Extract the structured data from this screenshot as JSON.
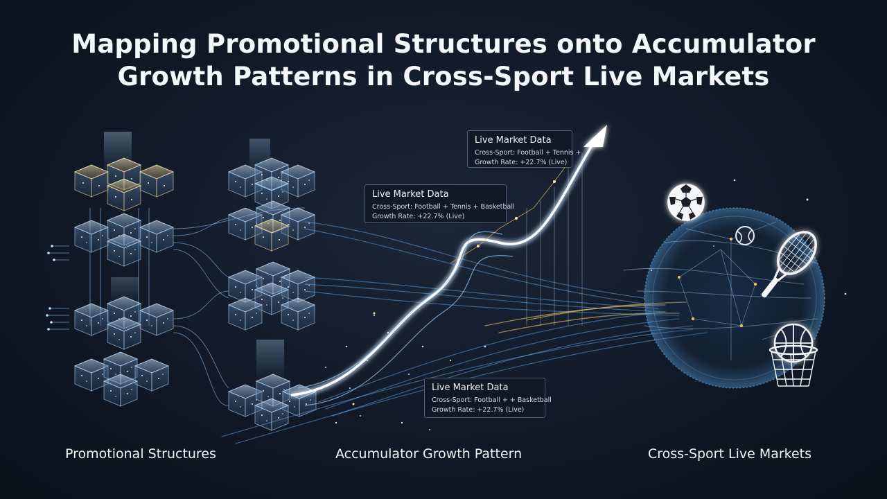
{
  "title": {
    "line1": "Mapping Promotional Structures onto Accumulator",
    "line2": "Growth Patterns in Cross-Sport Live Markets"
  },
  "cards": [
    {
      "heading": "Live Market Data",
      "sports": "Cross-Sport: Football + Tennis +",
      "growth": "Growth Rate: +22.7% (Live)"
    },
    {
      "heading": "Live Market Data",
      "sports": "Cross-Sport: Football + Tennis + Basketball",
      "growth": "Growth Rate: +22.7% (Live)"
    },
    {
      "heading": "Live Market Data",
      "sports": "Cross-Sport: Football + + Basketball",
      "growth": "Growth Rate: +22.7% (Live)"
    }
  ],
  "labels": {
    "left": "Promotional Structures",
    "center": "Accumulator Growth Pattern",
    "right": "Cross-Sport Live Markets"
  },
  "icons": [
    "cube-cluster-icon",
    "growth-arrow-icon",
    "soccer-ball-icon",
    "tennis-racket-icon",
    "tennis-ball-icon",
    "basketball-hoop-icon"
  ],
  "colors": {
    "background": "#111927",
    "glow_blue": "#7fc6ff",
    "glow_gold": "#e8c36a",
    "text": "#f4f7fb"
  }
}
